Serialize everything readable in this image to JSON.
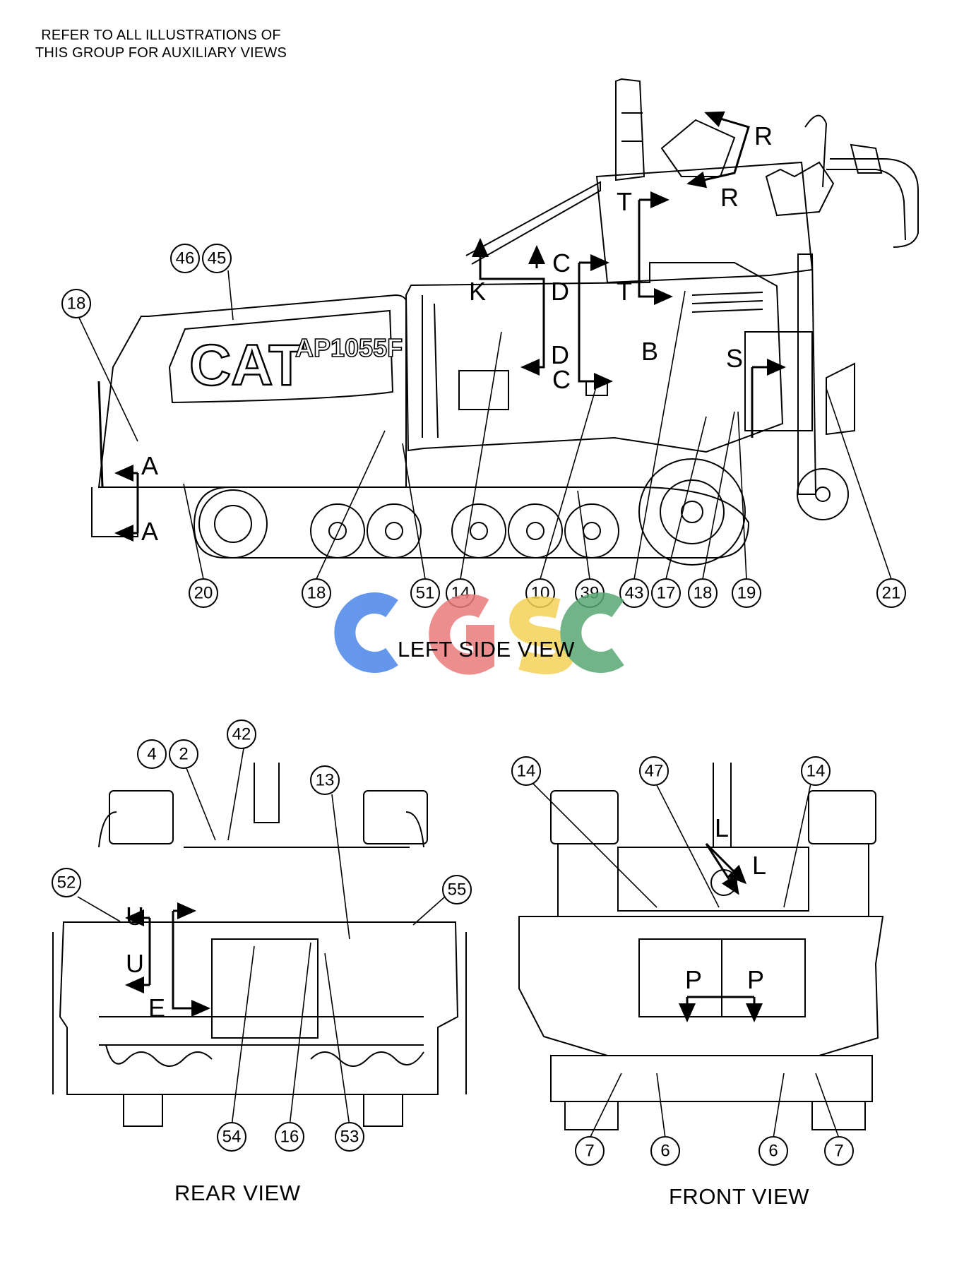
{
  "note": {
    "line1": "REFER TO ALL ILLUSTRATIONS OF",
    "line2": "THIS GROUP FOR AUXILIARY VIEWS"
  },
  "views": {
    "left_side": "LEFT SIDE VIEW",
    "rear": "REAR VIEW",
    "front": "FRONT VIEW"
  },
  "machine": {
    "brand": "CAT",
    "model": "AP1055F"
  },
  "watermark": {
    "text": "CGSC",
    "colors": [
      "#4a86e8",
      "#ea7b7b",
      "#f4d258",
      "#58a874"
    ]
  },
  "callouts": {
    "left_side": [
      "46",
      "45",
      "18",
      "20",
      "18",
      "51",
      "14",
      "10",
      "39",
      "43",
      "17",
      "18",
      "19",
      "21"
    ],
    "rear": [
      "4",
      "2",
      "42",
      "13",
      "52",
      "55",
      "54",
      "16",
      "53"
    ],
    "front": [
      "14",
      "47",
      "14",
      "7",
      "6",
      "6",
      "7"
    ]
  },
  "section_markers": {
    "left_side": [
      "R",
      "R",
      "T",
      "T",
      "C",
      "C",
      "K",
      "D",
      "D",
      "B",
      "S",
      "A",
      "A"
    ],
    "rear": [
      "U",
      "U",
      "E"
    ],
    "front": [
      "L",
      "L",
      "P",
      "P"
    ]
  }
}
